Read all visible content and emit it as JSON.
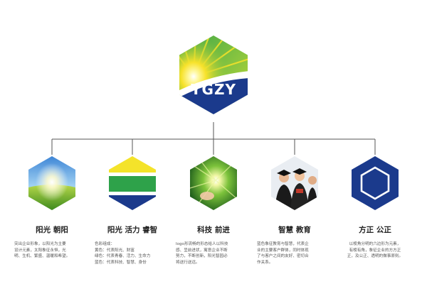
{
  "logo": {
    "text": "YGZY",
    "colors": {
      "green": "#8cc63f",
      "green_dark": "#2e9b3c",
      "yellow": "#f7e22a",
      "blue": "#1b3a8c",
      "white": "#ffffff"
    }
  },
  "line_color": "#555555",
  "items": [
    {
      "title": "阳光 朝阳",
      "icon": "sunrise-meadow-photo",
      "desc_lines": [
        "突出企业形象，以阳光为主要",
        "设计元素，太阳象征永恒，光",
        "明、生机、繁盛、温暖和希望。"
      ]
    },
    {
      "title": "阳光 活力 睿智",
      "icon": "color-stripes",
      "desc_lines": [
        "色彩组成：",
        "黄色：代表阳光、财富",
        "绿色：代表青春、活力、生命力",
        "蓝色：代表科技、智慧、身份"
      ]
    },
    {
      "title": "科技 前进",
      "icon": "light-burst-photo",
      "desc_lines": [
        "logo形流畅的形态给人以科技",
        "感、呈前进状，寓意企业不断",
        "努力，不断创新，阳光智园必",
        "将送行送远。"
      ]
    },
    {
      "title": "智慧 教育",
      "icon": "graduates-photo",
      "desc_lines": [
        "蓝色象征教育与智慧，代表企",
        "业的主要客户群体，同时体现",
        "了与客户之间的友好、密切合",
        "作关系。"
      ]
    },
    {
      "title": "方正 公正",
      "icon": "hexagon-outline",
      "desc_lines": [
        "以棱角分明的六边形为元素，",
        "有棱有角，象征企业的方方正",
        "正，及公正、透明的做事原则。"
      ]
    }
  ]
}
